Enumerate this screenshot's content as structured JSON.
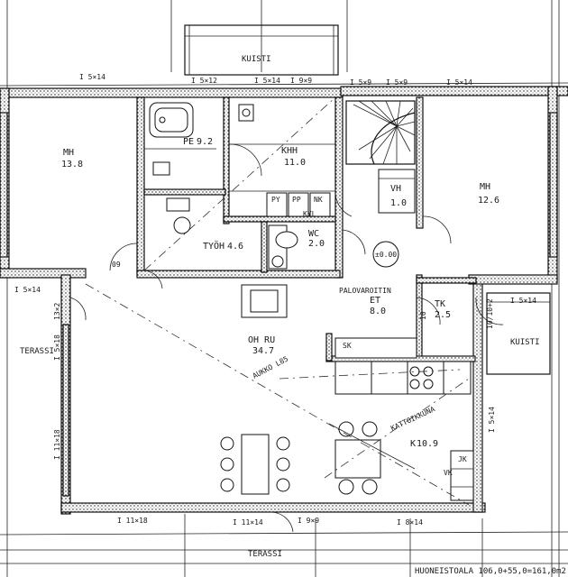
{
  "rooms": {
    "mh_left": {
      "name": "MH",
      "area": "13.8"
    },
    "pe": {
      "name": "PE",
      "area": "9.2"
    },
    "khh": {
      "name": "KHH",
      "area": "11.0"
    },
    "wc": {
      "name": "WC",
      "area": "2.0"
    },
    "tyoh": {
      "name": "TYÖH",
      "area": "4.6"
    },
    "vh": {
      "name": "VH",
      "area": "1.0"
    },
    "mh_right": {
      "name": "MH",
      "area": "12.6"
    },
    "et": {
      "name": "ET",
      "area": "8.0"
    },
    "tk": {
      "name": "TK",
      "area": "2.5"
    },
    "oh_ru": {
      "name": "OH RU",
      "area": "34.7"
    },
    "k": {
      "name": "K",
      "area": "10.9"
    }
  },
  "labels": {
    "kuisti_top": "KUISTI",
    "kuisti_right": "KUISTI",
    "terassi_left": "TERASSI",
    "terassi_bottom": "TERASSI",
    "zero_level": "±0.00",
    "palovaroitin": "PALOVAROITIN",
    "aukko": "AUKKO L85",
    "kattoikkuna": "KATTOIKKUNA",
    "sk": "SK",
    "jk": "JK",
    "vk": "VK",
    "py": "PY",
    "pp": "PP",
    "nk": "NK",
    "kyl": "KYL",
    "area_summary": "HUONEISTOALA 106,0+55,0=161,0m2"
  },
  "dimensions": {
    "top1": "I 5×14",
    "top2": "I 5×12",
    "top3": "I 5×14",
    "top4": "I 9×9",
    "top5": "I 5×9",
    "top6": "I 5×9",
    "top7": "I 5×14",
    "left1": "I 5×14",
    "left2": "I 5×18",
    "left3": "I 11×18",
    "bottom1": "I 11×18",
    "bottom2": "I 11×14",
    "bottom3": "I 9×9",
    "bottom4": "I 8×14",
    "right1": "I 5×14",
    "right2": "I 5×14",
    "door1": "09",
    "door2": "10",
    "door3": "13×2",
    "door4": "10/10+2"
  }
}
